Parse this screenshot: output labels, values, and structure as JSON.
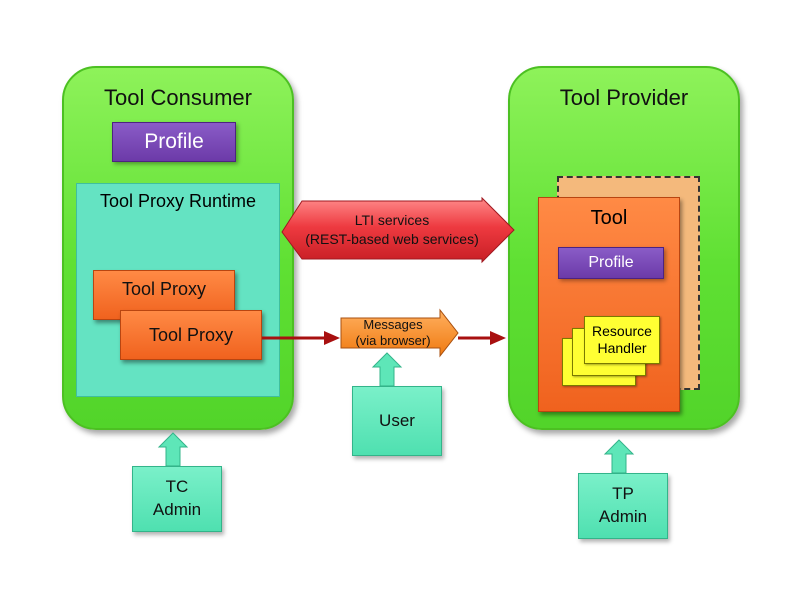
{
  "tool_consumer": {
    "title": "Tool Consumer",
    "profile_label": "Profile",
    "runtime_label": "Tool Proxy Runtime",
    "tool_proxy_1": "Tool Proxy",
    "tool_proxy_2": "Tool Proxy"
  },
  "tool_provider": {
    "title": "Tool Provider",
    "tool_label": "Tool",
    "profile_label": "Profile",
    "resource_handler_line1": "Resource",
    "resource_handler_line2": "Handler"
  },
  "lti_services": {
    "line1": "LTI services",
    "line2": "(REST-based web services)"
  },
  "messages": {
    "line1": "Messages",
    "line2": "(via browser)"
  },
  "user_label": "User",
  "tc_admin": {
    "line1": "TC",
    "line2": "Admin"
  },
  "tp_admin": {
    "line1": "TP",
    "line2": "Admin"
  },
  "colors": {
    "container_green": "#5fe033",
    "profile_purple": "#6c3aa8",
    "runtime_teal": "#64e3c2",
    "tool_orange": "#f0621e",
    "lti_red": "#e8333a",
    "arrow_dark_red": "#a81010",
    "resource_yellow": "#ffff33",
    "actor_teal": "#4fe0b0"
  }
}
